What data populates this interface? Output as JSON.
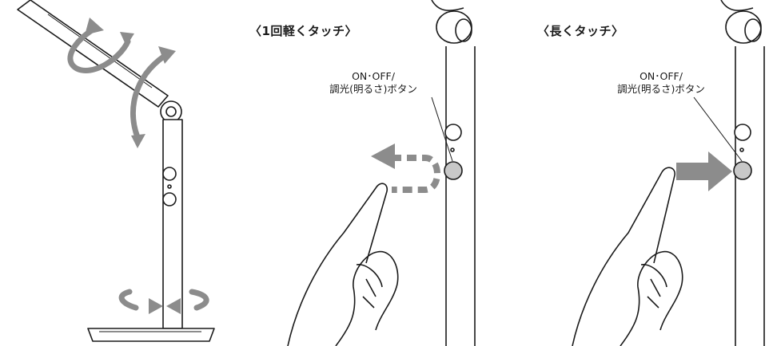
{
  "panels": {
    "short_touch": {
      "title": "〈1回軽くタッチ〉",
      "callout_line1": "ON･OFF/",
      "callout_line2": "調光(明るさ)ボタン"
    },
    "long_touch": {
      "title": "〈長くタッチ〉",
      "callout_line1": "ON･OFF/",
      "callout_line2": "調光(明るさ)ボタン"
    }
  },
  "colors": {
    "line": "#1a1a1a",
    "arrow": "#8c8c8c",
    "button_fill": "#c8c8c8"
  },
  "icons": [
    "rotation-arrow-icon",
    "tilt-arrow-icon",
    "dashed-return-arrow-icon",
    "push-arrow-icon",
    "pointing-hand-icon"
  ]
}
